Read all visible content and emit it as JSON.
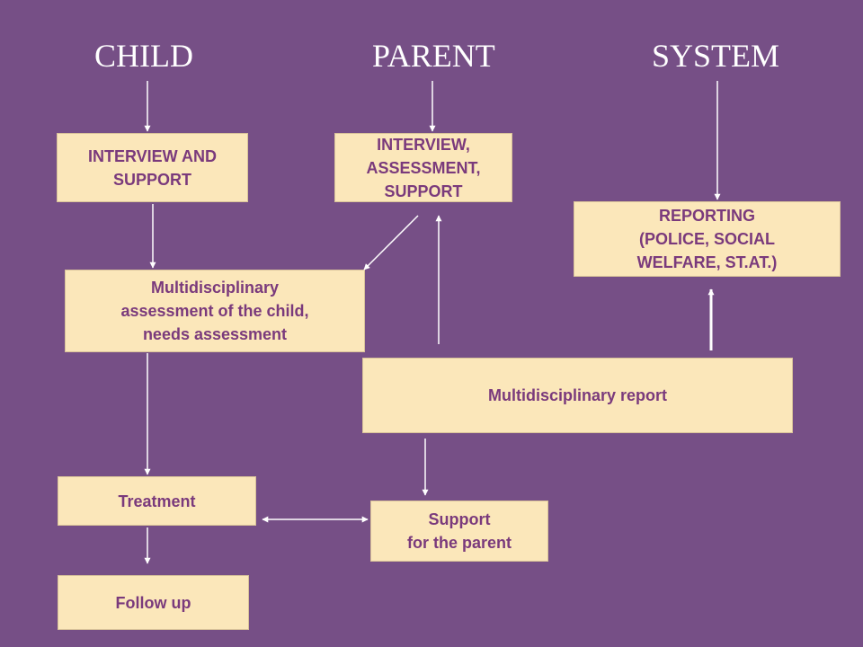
{
  "colors": {
    "background": "#764f86",
    "box_fill": "#fbe7ba",
    "box_text": "#7a3a7c",
    "header_text": "#ffffff",
    "arrow": "#ffffff"
  },
  "headers": {
    "child": "CHILD",
    "parent": "PARENT",
    "system": "SYSTEM"
  },
  "boxes": {
    "interview_support": "INTERVIEW AND\nSUPPORT",
    "interview_assessment_support": "INTERVIEW,\nASSESSMENT,\nSUPPORT",
    "reporting": "REPORTING\n(POLICE, SOCIAL\nWELFARE, ST.AT.)",
    "multidisciplinary_assessment": "Multidisciplinary\nassessment of the child,\nneeds assessment",
    "multidisciplinary_report": "Multidisciplinary report",
    "treatment": "Treatment",
    "support_parent": "Support\nfor the parent",
    "follow_up": "Follow up"
  }
}
